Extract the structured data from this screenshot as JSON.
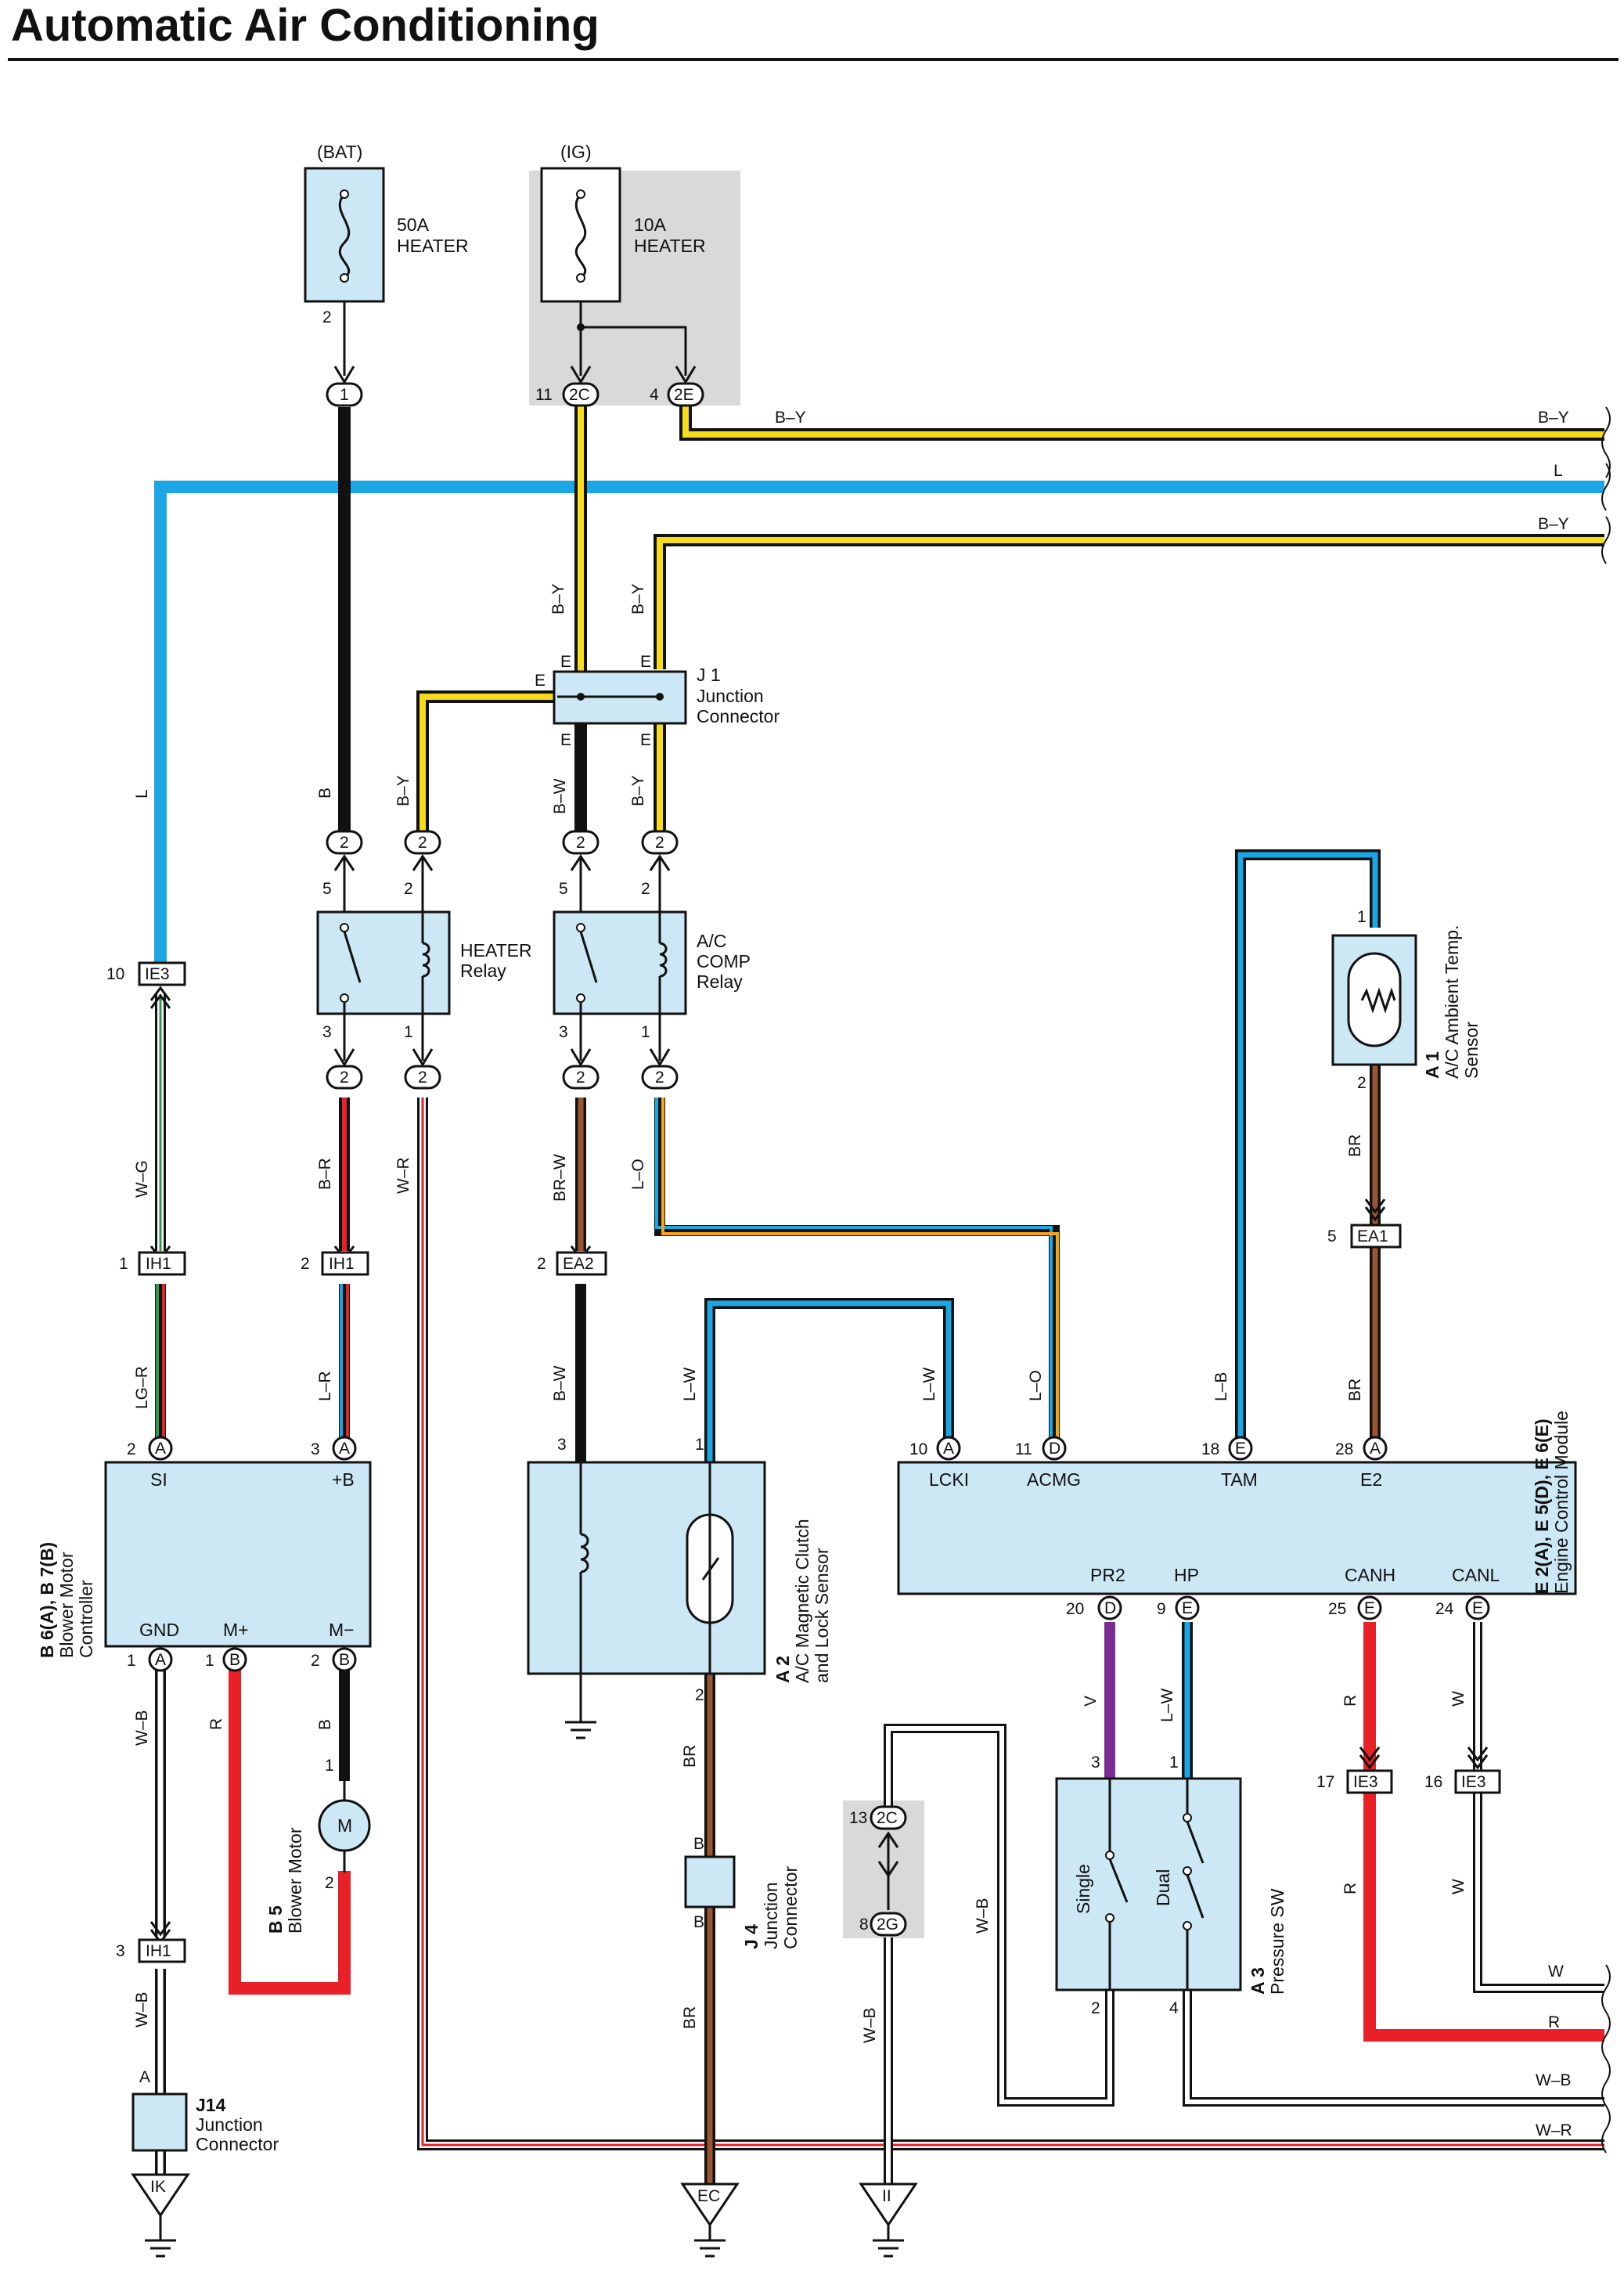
{
  "title": "Automatic Air Conditioning",
  "sources": {
    "bat": "(BAT)",
    "ig": "(IG)",
    "fuse_heater_50a": [
      "50A",
      "HEATER"
    ],
    "fuse_heater_10a": [
      "10A",
      "HEATER"
    ]
  },
  "components": {
    "j1": {
      "ref": "J 1",
      "name": [
        "Junction",
        "Connector"
      ]
    },
    "heater_relay": {
      "name": [
        "HEATER",
        "Relay"
      ]
    },
    "ac_comp_relay": {
      "name": [
        "A/C",
        "COMP",
        "Relay"
      ]
    },
    "ac_sensor": {
      "ref": "A 1",
      "name": [
        "A/C Ambient Temp.",
        "Sensor"
      ]
    },
    "blower_ctrl": {
      "ref": "B 6(A), B 7(B)",
      "name": [
        "Blower Motor",
        "Controller"
      ]
    },
    "clutch": {
      "ref": "A 2",
      "name": [
        "A/C Magnetic Clutch",
        "and Lock Sensor"
      ]
    },
    "ecm": {
      "ref": "E 2(A), E 5(D), E 6(E)",
      "name": [
        "Engine Control Module"
      ]
    },
    "blower_motor": {
      "ref": "B 5",
      "name": [
        "Blower Motor"
      ],
      "symbol": "M"
    },
    "j4": {
      "ref": "J 4",
      "name": [
        "Junction",
        "Connector"
      ]
    },
    "pressure_sw": {
      "ref": "A 3",
      "name": [
        "Pressure SW"
      ],
      "contacts": [
        "Single",
        "Dual"
      ]
    },
    "j14": {
      "ref": "J14",
      "name": [
        "Junction",
        "Connector"
      ]
    }
  },
  "ecm_pins": {
    "top": [
      {
        "name": "LCKI",
        "pin": "10",
        "conn": "A"
      },
      {
        "name": "ACMG",
        "pin": "11",
        "conn": "D"
      },
      {
        "name": "TAM",
        "pin": "18",
        "conn": "E"
      },
      {
        "name": "E2",
        "pin": "28",
        "conn": "A"
      }
    ],
    "bottom": [
      {
        "name": "PR2",
        "pin": "20",
        "conn": "D"
      },
      {
        "name": "HP",
        "pin": "9",
        "conn": "E"
      },
      {
        "name": "CANH",
        "pin": "25",
        "conn": "E"
      },
      {
        "name": "CANL",
        "pin": "24",
        "conn": "E"
      }
    ]
  },
  "blower_pins": {
    "top": [
      {
        "name": "SI",
        "pin": "2",
        "conn": "A"
      },
      {
        "name": "+B",
        "pin": "3",
        "conn": "A"
      }
    ],
    "bottom": [
      {
        "name": "GND",
        "pin": "1",
        "conn": "A"
      },
      {
        "name": "M+",
        "pin": "1",
        "conn": "B"
      },
      {
        "name": "M−",
        "pin": "2",
        "conn": "B"
      }
    ]
  },
  "connectors": {
    "c1": "1",
    "c2c_top": "2C",
    "c2e": "2E",
    "ie3_10": "IE3",
    "ih1": "IH1",
    "ea2": "EA2",
    "ea1": "EA1",
    "ie3_17": "IE3",
    "ie3_16": "IE3",
    "c2c_mid": "2C",
    "c2g": "2G",
    "relay_conn": "2"
  },
  "pins": {
    "p2": "2",
    "p11": "11",
    "p4": "4",
    "p10": "10",
    "p1": "1",
    "p3": "3",
    "p5": "5",
    "p17": "17",
    "p16": "16",
    "p13": "13",
    "p8": "8",
    "p20": "20",
    "p9": "9",
    "p25": "25",
    "p24": "24",
    "p28": "28",
    "p18": "18",
    "pA": "A",
    "pB": "B",
    "pE": "E"
  },
  "grounds": [
    "IK",
    "EC",
    "II"
  ],
  "wire_labels": {
    "by": "B–Y",
    "l": "L",
    "b": "B",
    "bw": "B–W",
    "wg": "W–G",
    "lgr": "LG–R",
    "br_wire": "B–R",
    "lr": "L–R",
    "wr": "W–R",
    "brw": "BR–W",
    "lo": "L–O",
    "lw": "L–W",
    "lb": "L–B",
    "br": "BR",
    "wb": "W–B",
    "r": "R",
    "v": "V",
    "w": "W"
  },
  "colors": {
    "black": "#111111",
    "blue": "#1ca6e4",
    "yellow": "#f7dc1c",
    "brown": "#9a5632",
    "red": "#e82027",
    "purple": "#7a2d8e",
    "green": "#2c9b4a",
    "orange": "#f5a21b",
    "white_wire": "#ffffff",
    "gray": "#666666",
    "comp_fill": "#cce8f4",
    "shade": "#d9d9d9"
  }
}
